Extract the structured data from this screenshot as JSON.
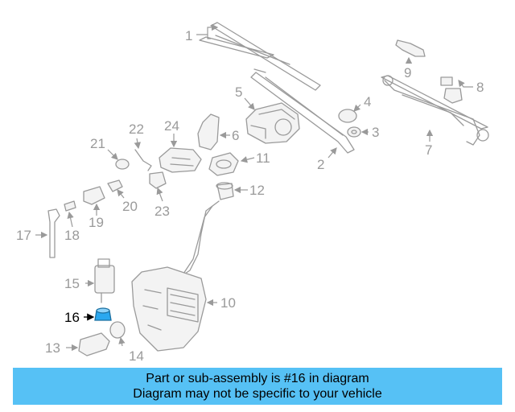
{
  "diagram": {
    "highlighted_part": "16",
    "highlight_color": "#2aa8f0",
    "labels": [
      "1",
      "2",
      "3",
      "4",
      "5",
      "6",
      "7",
      "8",
      "9",
      "10",
      "11",
      "12",
      "13",
      "14",
      "15",
      "16",
      "17",
      "18",
      "19",
      "20",
      "21",
      "22",
      "23",
      "24"
    ]
  },
  "banner": {
    "line1": "Part or sub-assembly is #16 in diagram",
    "line2": "Diagram may not be specific to your vehicle",
    "color": "#56c1f5"
  }
}
